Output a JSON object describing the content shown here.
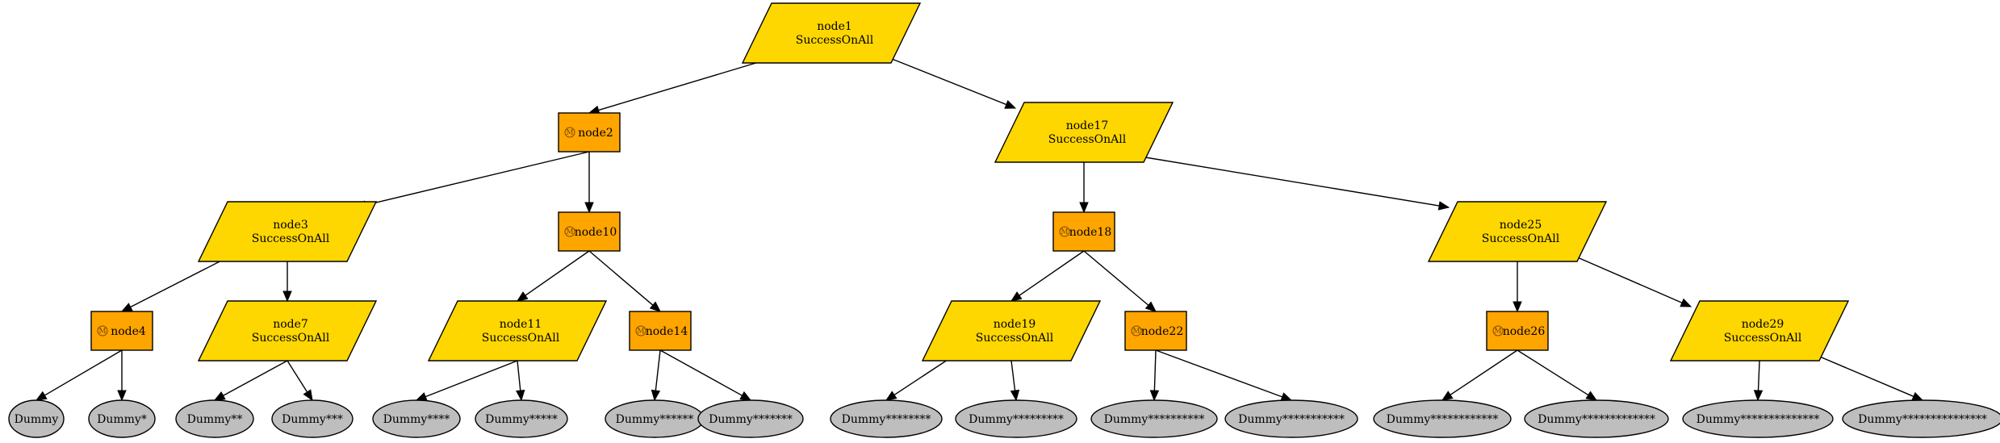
{
  "nodes": [
    {
      "id": "node1",
      "kind": "parallel",
      "label": "node1",
      "policy": "SuccessOnAll"
    },
    {
      "id": "node2",
      "kind": "sequence",
      "label": "node2",
      "icon": "M"
    },
    {
      "id": "node17",
      "kind": "parallel",
      "label": "node17",
      "policy": "SuccessOnAll"
    },
    {
      "id": "node3",
      "kind": "parallel",
      "label": "node3",
      "policy": "SuccessOnAll"
    },
    {
      "id": "node10",
      "kind": "sequence",
      "label": "node10",
      "icon": "M"
    },
    {
      "id": "node18",
      "kind": "sequence",
      "label": "node18",
      "icon": "M"
    },
    {
      "id": "node25",
      "kind": "parallel",
      "label": "node25",
      "policy": "SuccessOnAll"
    },
    {
      "id": "node4",
      "kind": "sequence",
      "label": "node4",
      "icon": "M"
    },
    {
      "id": "node7",
      "kind": "parallel",
      "label": "node7",
      "policy": "SuccessOnAll"
    },
    {
      "id": "node11",
      "kind": "parallel",
      "label": "node11",
      "policy": "SuccessOnAll"
    },
    {
      "id": "node14",
      "kind": "sequence",
      "label": "node14",
      "icon": "M"
    },
    {
      "id": "node19",
      "kind": "parallel",
      "label": "node19",
      "policy": "SuccessOnAll"
    },
    {
      "id": "node22",
      "kind": "sequence",
      "label": "node22",
      "icon": "M"
    },
    {
      "id": "node26",
      "kind": "sequence",
      "label": "node26",
      "icon": "M"
    },
    {
      "id": "node29",
      "kind": "parallel",
      "label": "node29",
      "policy": "SuccessOnAll"
    },
    {
      "id": "d1",
      "kind": "leaf",
      "label": "Dummy"
    },
    {
      "id": "d2",
      "kind": "leaf",
      "label": "Dummy*"
    },
    {
      "id": "d3",
      "kind": "leaf",
      "label": "Dummy**"
    },
    {
      "id": "d4",
      "kind": "leaf",
      "label": "Dummy***"
    },
    {
      "id": "d5",
      "kind": "leaf",
      "label": "Dummy****"
    },
    {
      "id": "d6",
      "kind": "leaf",
      "label": "Dummy*****"
    },
    {
      "id": "d7",
      "kind": "leaf",
      "label": "Dummy******"
    },
    {
      "id": "d8",
      "kind": "leaf",
      "label": "Dummy*******"
    },
    {
      "id": "d9",
      "kind": "leaf",
      "label": "Dummy********"
    },
    {
      "id": "d10",
      "kind": "leaf",
      "label": "Dummy*********"
    },
    {
      "id": "d11",
      "kind": "leaf",
      "label": "Dummy**********"
    },
    {
      "id": "d12",
      "kind": "leaf",
      "label": "Dummy***********"
    },
    {
      "id": "d13",
      "kind": "leaf",
      "label": "Dummy************"
    },
    {
      "id": "d14",
      "kind": "leaf",
      "label": "Dummy*************"
    },
    {
      "id": "d15",
      "kind": "leaf",
      "label": "Dummy**************"
    },
    {
      "id": "d16",
      "kind": "leaf",
      "label": "Dummy***************"
    }
  ],
  "edges": [
    [
      "node1",
      "node2"
    ],
    [
      "node1",
      "node17"
    ],
    [
      "node2",
      "node3"
    ],
    [
      "node2",
      "node10"
    ],
    [
      "node3",
      "node4"
    ],
    [
      "node3",
      "node7"
    ],
    [
      "node4",
      "d1"
    ],
    [
      "node4",
      "d2"
    ],
    [
      "node7",
      "d3"
    ],
    [
      "node7",
      "d4"
    ],
    [
      "node10",
      "node11"
    ],
    [
      "node10",
      "node14"
    ],
    [
      "node11",
      "d5"
    ],
    [
      "node11",
      "d6"
    ],
    [
      "node14",
      "d7"
    ],
    [
      "node14",
      "d8"
    ],
    [
      "node17",
      "node18"
    ],
    [
      "node17",
      "node25"
    ],
    [
      "node18",
      "node19"
    ],
    [
      "node18",
      "node22"
    ],
    [
      "node19",
      "d9"
    ],
    [
      "node19",
      "d10"
    ],
    [
      "node22",
      "d11"
    ],
    [
      "node22",
      "d12"
    ],
    [
      "node25",
      "node26"
    ],
    [
      "node25",
      "node29"
    ],
    [
      "node26",
      "d13"
    ],
    [
      "node26",
      "d14"
    ],
    [
      "node29",
      "d15"
    ],
    [
      "node29",
      "d16"
    ]
  ],
  "colors": {
    "parallel": "#FFD700",
    "sequence": "#FFA500",
    "leaf": "#BEBEBE"
  }
}
